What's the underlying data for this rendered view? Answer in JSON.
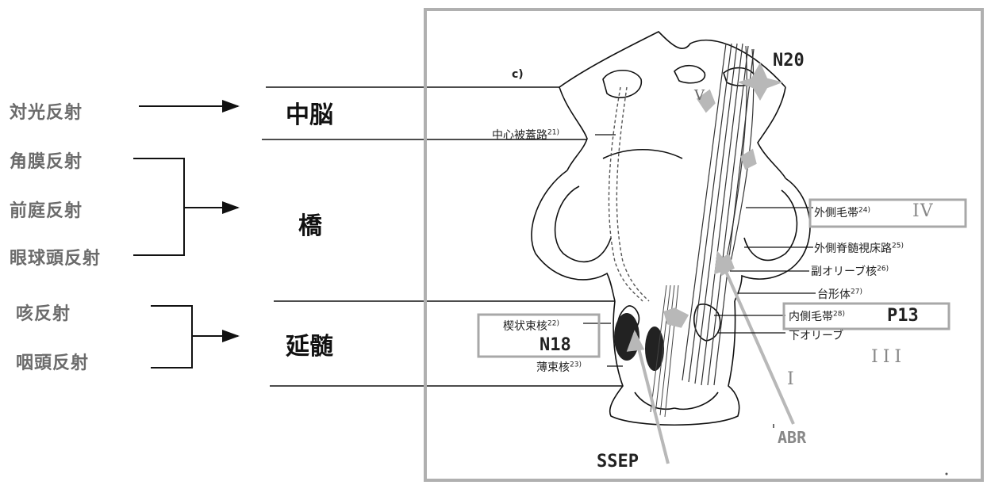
{
  "reflexes": {
    "pupillary": "対光反射",
    "corneal": "角膜反射",
    "vestibular": "前庭反射",
    "oculocephalic": "眼球頭反射",
    "cough": "咳反射",
    "pharyngeal": "咽頭反射"
  },
  "regions": {
    "midbrain": "中脳",
    "pons": "橋",
    "medulla": "延髄"
  },
  "panel_label": "c)",
  "structures": {
    "central_tegmental": {
      "text": "中心被蓋路",
      "sup": "21)"
    },
    "lateral_lemniscus": {
      "text": "外側毛帯",
      "sup": "24)"
    },
    "lateral_spinothalamic": {
      "text": "外側脊髄視床路",
      "sup": "25)"
    },
    "accessory_olive": {
      "text": "副オリーブ核",
      "sup": "26)"
    },
    "trapezoid_body": {
      "text": "台形体",
      "sup": "27)"
    },
    "medial_lemniscus": {
      "text": "内側毛帯",
      "sup": "28)"
    },
    "inferior_olive": {
      "text": "下オリーブ"
    },
    "cuneate_nucleus": {
      "text": "楔状束核",
      "sup": "22)"
    },
    "gracile_nucleus": {
      "text": "薄束核",
      "sup": "23)"
    }
  },
  "waves": {
    "n20": "N20",
    "p13": "P13",
    "n18": "N18",
    "ssep": "SSEP",
    "abr": "ABR"
  },
  "roman": {
    "i": "I",
    "iii": "III",
    "iv": "IV",
    "v": "V"
  },
  "colors": {
    "reflex_text": "#6b6b6b",
    "frame": "#b0b0b0",
    "label_box": "#a8a8a8",
    "arrow_gray": "#b8b8b8"
  }
}
